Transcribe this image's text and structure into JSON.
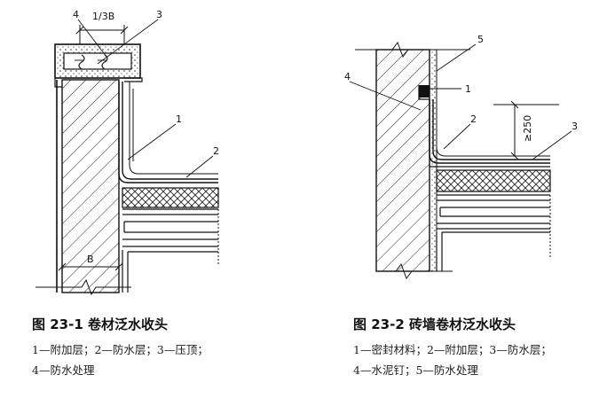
{
  "figure1": {
    "callouts": {
      "c1": "1",
      "c2": "2",
      "c3": "3",
      "c4": "4"
    },
    "dim_top": "1/3B",
    "dim_bottom": "B",
    "caption_title": "图 23-1   卷材泛水收头",
    "caption_line1": "1—附加层；2—防水层；3—压顶；",
    "caption_line2": "4—防水处理"
  },
  "figure2": {
    "callouts": {
      "c1": "1",
      "c2": "2",
      "c3": "3",
      "c4": "4",
      "c5": "5"
    },
    "dim_height": "≥250",
    "caption_title": "图 23-2   砖墙卷材泛水收头",
    "caption_line1": "1—密封材料；2—附加层；3—防水层；",
    "caption_line2": "4—水泥钉；5—防水处理"
  }
}
